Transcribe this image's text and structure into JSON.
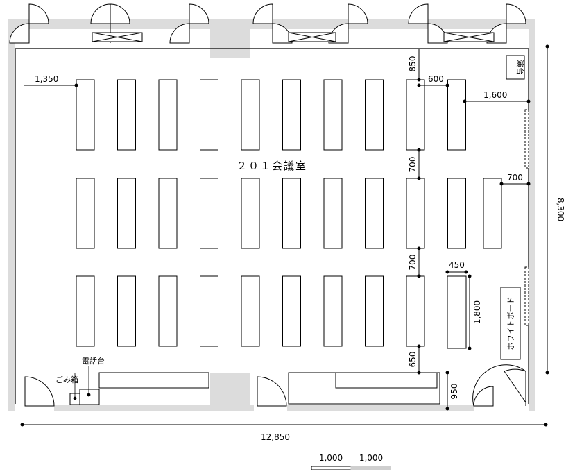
{
  "room": {
    "title": "２０１会議室"
  },
  "labels": {
    "podium": "演台",
    "whiteboard": "ホワイトボード",
    "phone_stand": "電話台",
    "trash_box": "ごみ箱"
  },
  "dimensions": {
    "left_offset": "1,350",
    "top_gap": "850",
    "table_gap_h": "600",
    "right_offset": "1,600",
    "row_gap_1": "700",
    "row_gap_2": "700",
    "side_offset": "700",
    "table_width": "450",
    "table_length": "1,800",
    "bottom_gap": "650",
    "counter_depth": "950",
    "total_height": "8,300",
    "total_width": "12,850"
  },
  "scale": {
    "left": "1,000",
    "right": "1,000"
  },
  "table_grid": {
    "columns": 10,
    "rows": 3
  }
}
